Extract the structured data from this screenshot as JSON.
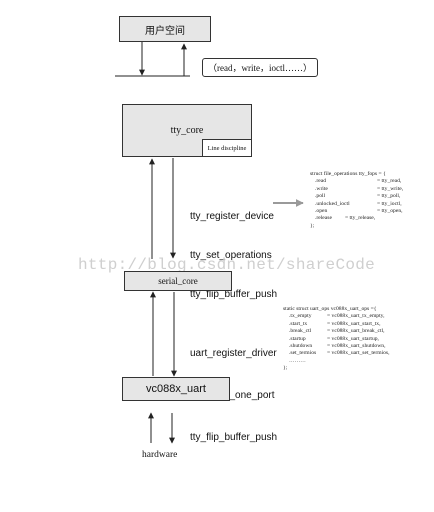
{
  "user_space": {
    "label": "用户空间"
  },
  "syscalls": {
    "label": "（read，write，ioctl……）"
  },
  "tty_core": {
    "label": "tty_core",
    "line_discipline": "Line discipline"
  },
  "tty_api": {
    "lines": [
      "tty_register_device",
      "tty_set_operations",
      "tty_flip_buffer_push"
    ]
  },
  "tty_fops": {
    "header": "struct file_operations tty_fops = {",
    "rows": [
      {
        "field": ".read",
        "value": "= tty_read,"
      },
      {
        "field": ".write",
        "value": "= tty_write,"
      },
      {
        "field": ".poll",
        "value": "= tty_poll,"
      },
      {
        "field": ".unlocked_ioctl",
        "value": "= tty_ioctl,"
      },
      {
        "field": ".open",
        "value": "= tty_open,"
      },
      {
        "field": ".release",
        "value": "= tty_release,"
      }
    ],
    "footer": "};"
  },
  "serial_core": {
    "label": "serial_core"
  },
  "uart_api": {
    "lines": [
      "uart_register_driver",
      "uart_add_one_port",
      "tty_flip_buffer_push"
    ]
  },
  "uart_ops": {
    "header": "static struct uart_ops vc088x_uart_ops ={",
    "rows": [
      {
        "field": ".tx_empty",
        "value": "= vc088x_uart_tx_empty,"
      },
      {
        "field": ".start_tx",
        "value": "= vc088x_uart_start_tx,"
      },
      {
        "field": ".break_ctl",
        "value": "= vc088x_uart_break_ctl,"
      },
      {
        "field": ".startup",
        "value": "= vc088x_uart_startup,"
      },
      {
        "field": ".shutdown",
        "value": "= vc088x_uart_shutdown,"
      },
      {
        "field": ".set_termios",
        "value": "= vc088x_uart_set_termios,"
      },
      {
        "field": "………",
        "value": ""
      }
    ],
    "footer": "};"
  },
  "driver": {
    "label": "vc088x_uart"
  },
  "hardware": {
    "label": "hardware"
  },
  "watermark": {
    "text": "http://blog.csdn.net/shareCode"
  }
}
